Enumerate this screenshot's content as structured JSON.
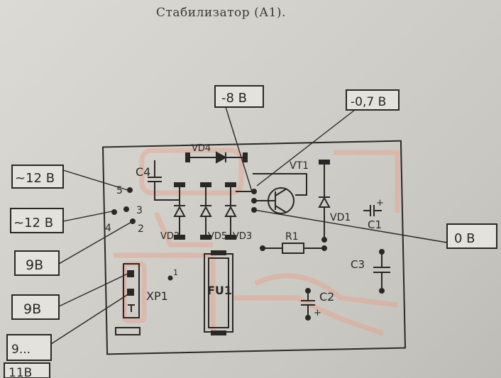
{
  "title": "Стабилизатор  (А1).",
  "callouts": {
    "minus_8v": "-8 В",
    "minus_07v": "-0,7 В",
    "ac_12v_top": "~12 В",
    "ac_12v_bottom": "~12 В",
    "v9_a": "9В",
    "v9_b": "9В",
    "v9_range": "9...",
    "v11": "11В",
    "zero_v": "0 В"
  },
  "components": {
    "c4": "C4",
    "vd4": "VD4",
    "vt1": "VT1",
    "vd1": "VD1",
    "c1": "C1",
    "vd2": "VD2",
    "vd5": "VD5",
    "vd3": "VD3",
    "r1": "R1",
    "c3": "C3",
    "c2": "C2",
    "xp1": "XP1",
    "fu1": "FU1"
  },
  "pins": {
    "p5": "5",
    "p3": "3",
    "p4": "4",
    "p2": "2",
    "p1": "1"
  },
  "polarity": {
    "plus_c1": "+",
    "plus_c2": "+"
  },
  "colors": {
    "ink": "#2a2826",
    "trace": "#e8a08a",
    "paper": "#d8d6d0"
  }
}
